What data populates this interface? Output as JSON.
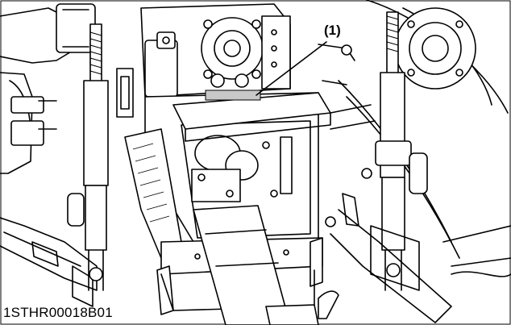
{
  "figure": {
    "callout_label": "(1)",
    "figure_code": "1STHR00018B01",
    "callout_target": "mounting-plate",
    "highlight_color": "#c8c8c8"
  }
}
